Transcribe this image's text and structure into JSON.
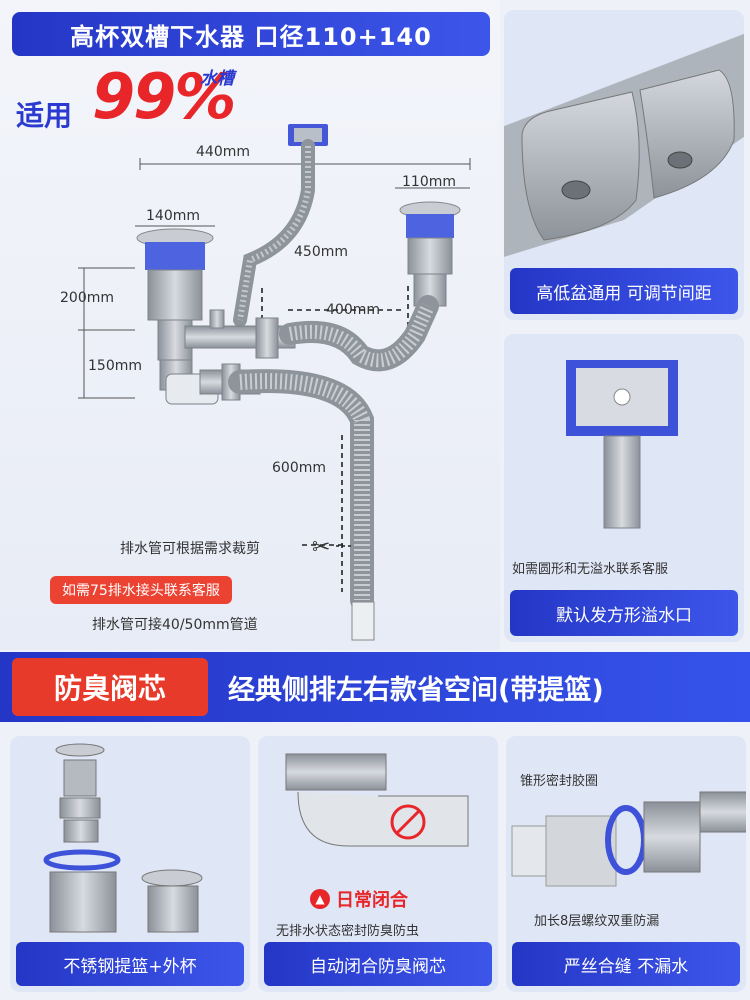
{
  "header": {
    "title": "高杯双槽下水器 口径110+140",
    "applicable_word": "适用",
    "applicable_pct": "99%",
    "applicable_target": "水槽"
  },
  "diagram": {
    "dims": {
      "d440": "440mm",
      "d110": "110mm",
      "d140": "140mm",
      "d450": "450mm",
      "d200": "200mm",
      "d400": "400mm",
      "d150": "150mm",
      "d600": "600mm"
    },
    "cut_note": "排水管可根据需求裁剪",
    "red_note": "如需75排水接头联系客服",
    "connect_note": "排水管可接40/50mm管道"
  },
  "right_cards": [
    {
      "caption": "高低盆通用 可调节间距"
    },
    {
      "inner_text": "如需圆形和无溢水联系客服",
      "caption": "默认发方形溢水口"
    }
  ],
  "banner": {
    "tag": "防臭阀芯",
    "headline": "经典侧排左右款省空间(带提篮)"
  },
  "bottom_cards": [
    {
      "caption": "不锈钢提篮+外杯"
    },
    {
      "badge": "日常闭合",
      "badge_icon": "warning-icon",
      "desc": "无排水状态密封防臭防虫",
      "caption": "自动闭合防臭阀芯"
    },
    {
      "top_label": "锥形密封胶圈",
      "bottom_label": "加长8层螺纹双重防漏",
      "caption": "严丝合缝 不漏水"
    }
  ],
  "colors": {
    "brand_blue": "#2436c6",
    "accent_red": "#e8262a",
    "pipe_gray": "#9aa0a8"
  }
}
